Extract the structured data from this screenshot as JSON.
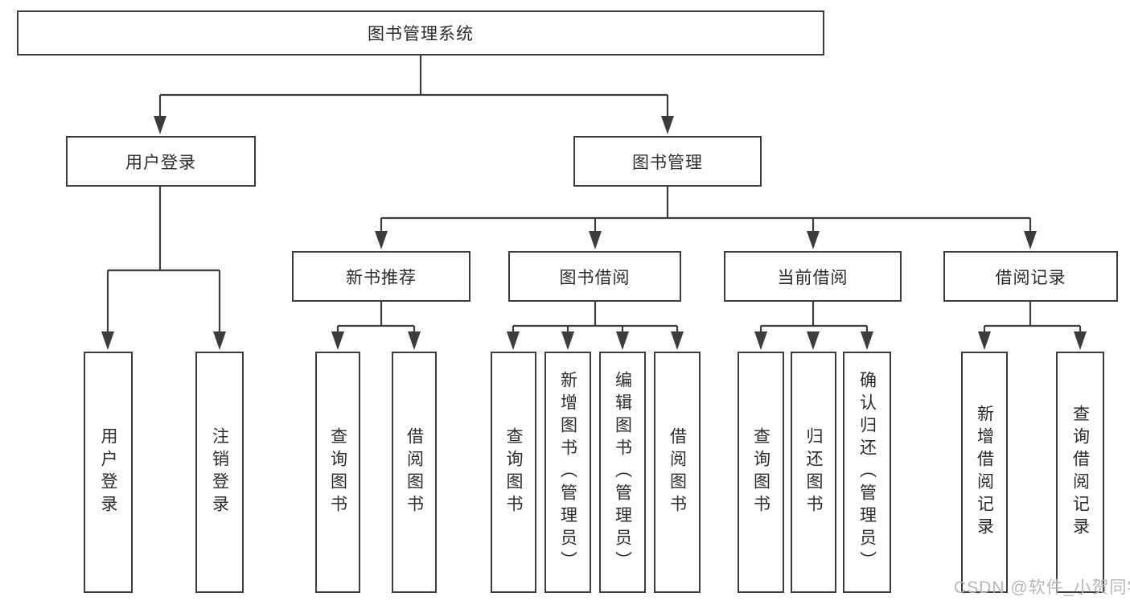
{
  "tree": {
    "root": {
      "label": "图书管理系统",
      "children": [
        {
          "label": "用户登录",
          "children": [
            {
              "label": "用户登录"
            },
            {
              "label": "注销登录"
            }
          ]
        },
        {
          "label": "图书管理",
          "children": [
            {
              "label": "新书推荐",
              "children": [
                {
                  "label": "查询图书"
                },
                {
                  "label": "借阅图书"
                }
              ]
            },
            {
              "label": "图书借阅",
              "children": [
                {
                  "label": "查询图书"
                },
                {
                  "label": "新增图书（管理员）"
                },
                {
                  "label": "编辑图书（管理员）"
                },
                {
                  "label": "借阅图书"
                }
              ]
            },
            {
              "label": "当前借阅",
              "children": [
                {
                  "label": "查询图书"
                },
                {
                  "label": "归还图书"
                },
                {
                  "label": "确认归还（管理员）"
                }
              ]
            },
            {
              "label": "借阅记录",
              "children": [
                {
                  "label": "新增借阅记录"
                },
                {
                  "label": "查询借阅记录"
                }
              ]
            }
          ]
        }
      ]
    }
  },
  "watermark": {
    "text": "CSDN @软件_小贺同学"
  },
  "colors": {
    "line": "#3c3c3c",
    "text": "#2b2b2b",
    "watermark": "#b7b7b7",
    "background": "#ffffff"
  }
}
